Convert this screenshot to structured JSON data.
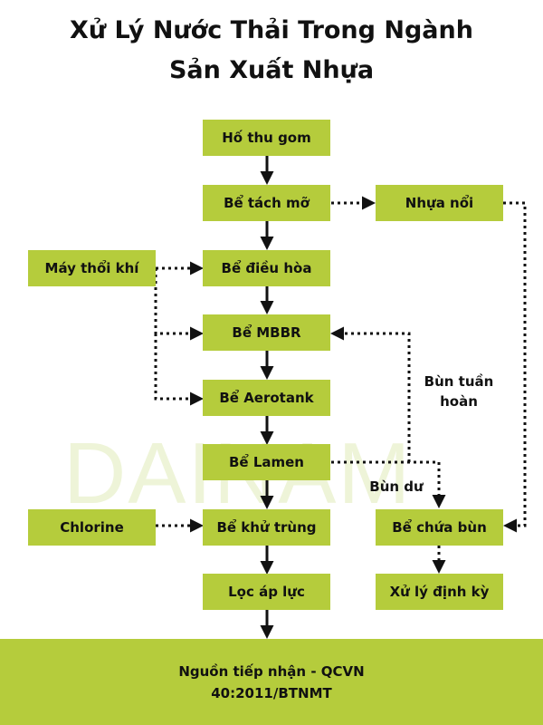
{
  "title": {
    "line1": "Xử Lý Nước Thải Trong Ngành",
    "line2": "Sản Xuất Nhựa"
  },
  "watermark": "DAINAM",
  "nodes": {
    "ho_thu_gom": "Hố thu gom",
    "be_tach_mo": "Bể tách mỡ",
    "nhua_noi": "Nhựa nổi",
    "may_thoi_khi": "Máy thổi khí",
    "be_dieu_hoa": "Bể điều hòa",
    "be_mbbr": "Bể MBBR",
    "be_aerotank": "Bể Aerotank",
    "be_lamen": "Bể Lamen",
    "chlorine": "Chlorine",
    "be_khu_trung": "Bể khử trùng",
    "be_chua_bun": "Bể chứa bùn",
    "loc_ap_luc": "Lọc áp lực",
    "xu_ly_dinh_ky": "Xử lý định kỳ"
  },
  "labels": {
    "bun_tuan_hoan_1": "Bùn tuần",
    "bun_tuan_hoan_2": "hoàn",
    "bun_du": "Bùn dư"
  },
  "footer": {
    "line1": "Nguồn tiếp nhận - QCVN",
    "line2": "40:2011/BTNMT"
  },
  "colors": {
    "node_fill": "#b5cc3c",
    "arrow": "#111111",
    "watermark": "#eef4d8"
  }
}
